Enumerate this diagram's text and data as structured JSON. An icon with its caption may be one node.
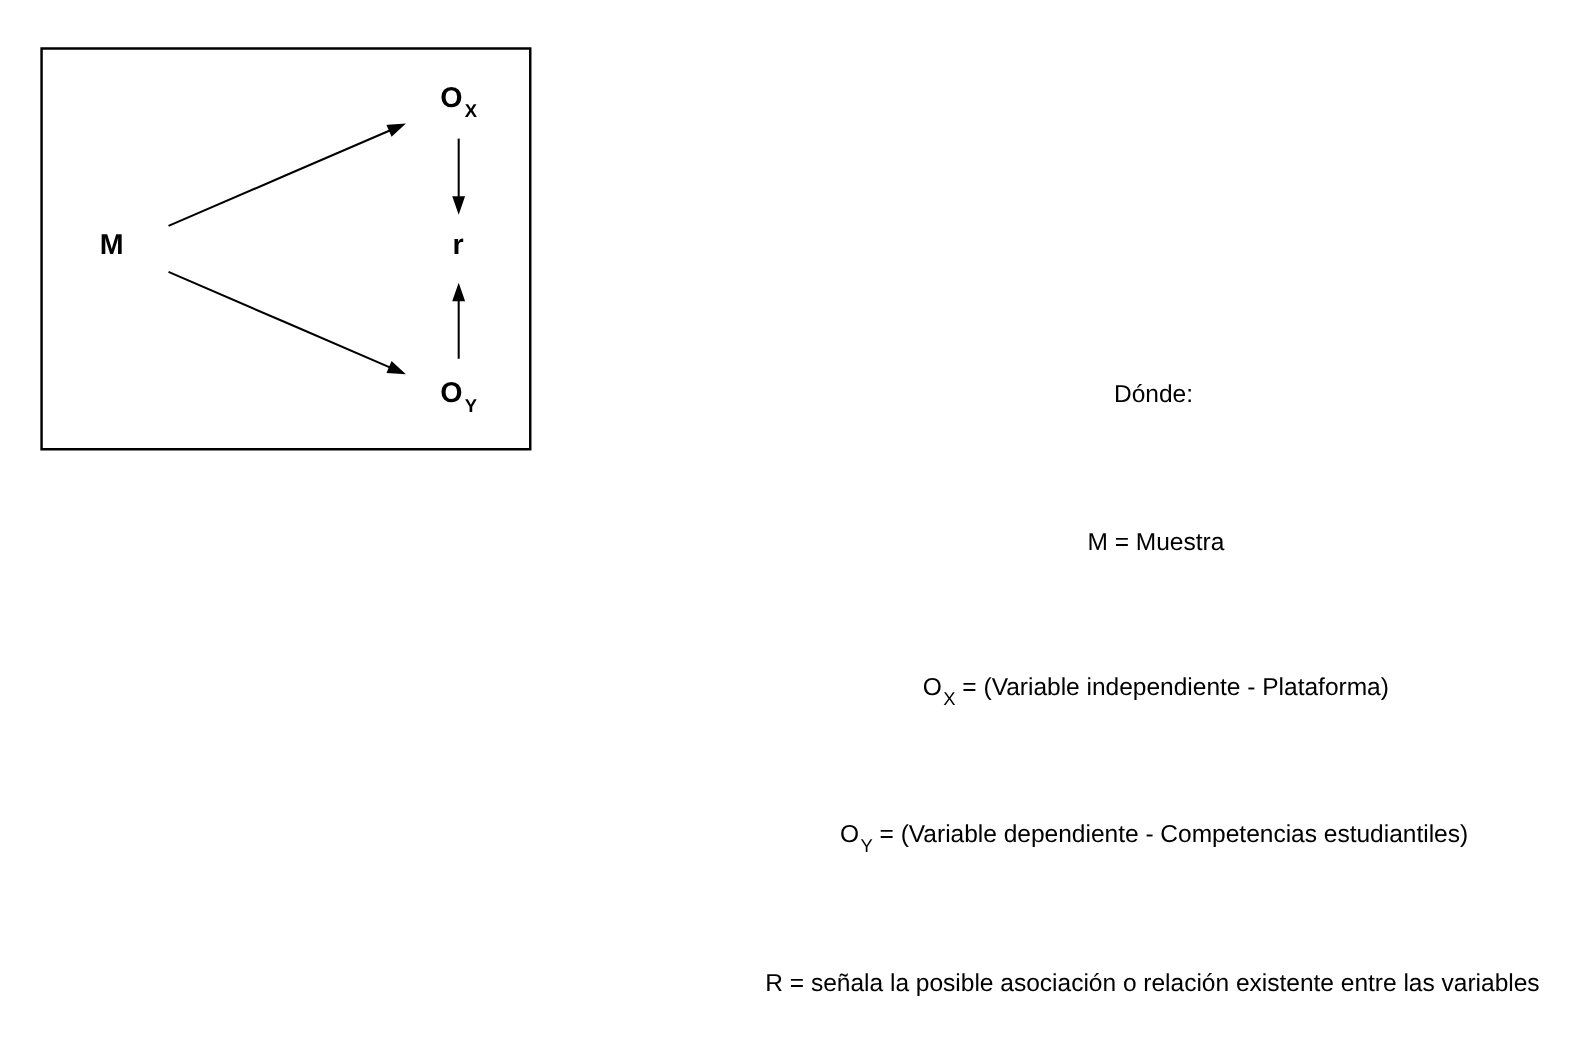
{
  "diagram": {
    "nodes": [
      {
        "text": [],
        "shape": "box"
      },
      {
        "text": [
          "M"
        ],
        "in": 0
      },
      {
        "text": [
          "O$_{X}$"
        ],
        "in": 0
      },
      {
        "text": [
          "r"
        ],
        "in": 0
      },
      {
        "text": [
          "O$_{Y}$"
        ],
        "in": 0
      }
    ],
    "edges": [
      {
        "from": 1,
        "to": 2,
        "arrow": "to"
      },
      {
        "from": 1,
        "to": 4,
        "arrow": "to"
      },
      {
        "from": 2,
        "to": 3,
        "arrow": "to"
      },
      {
        "from": 4,
        "to": 3,
        "arrow": "to"
      }
    ],
    "labels": [
      "Dónde:",
      "M = Muestra",
      "O$_{X}$ = (Variable independiente - Plataforma)",
      "O$_{Y}$ = (Variable dependiente - Competencias estudiantiles)",
      "R = señala la posible asociación o relación existente entre las variables"
    ]
  }
}
